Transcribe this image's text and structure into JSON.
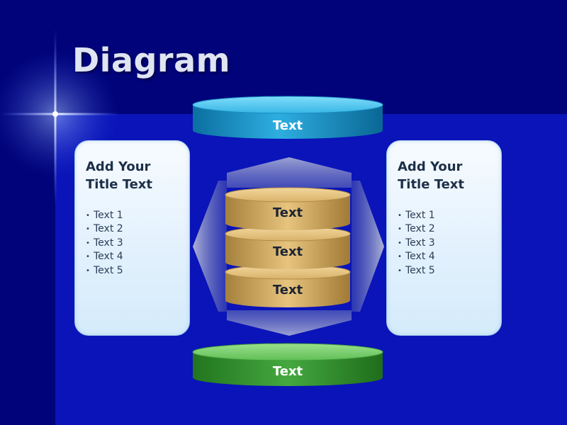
{
  "slide": {
    "title": "Diagram"
  },
  "left_panel": {
    "title_line1": "Add Your",
    "title_line2": "Title Text",
    "items": [
      "Text 1",
      "Text 2",
      "Text 3",
      "Text 4",
      "Text 5"
    ]
  },
  "right_panel": {
    "title_line1": "Add Your",
    "title_line2": "Title Text",
    "items": [
      "Text 1",
      "Text 2",
      "Text 3",
      "Text 4",
      "Text 5"
    ]
  },
  "diagram": {
    "top_disk_label": "Text",
    "stack_labels": [
      "Text",
      "Text",
      "Text"
    ],
    "bottom_disk_label": "Text"
  },
  "colors": {
    "background": "#00037a",
    "top_disk": "#2a9ed0",
    "stack_disks": "#c9a25a",
    "bottom_disk": "#3d9a3b",
    "panel_fill": "#e3f1fd"
  }
}
